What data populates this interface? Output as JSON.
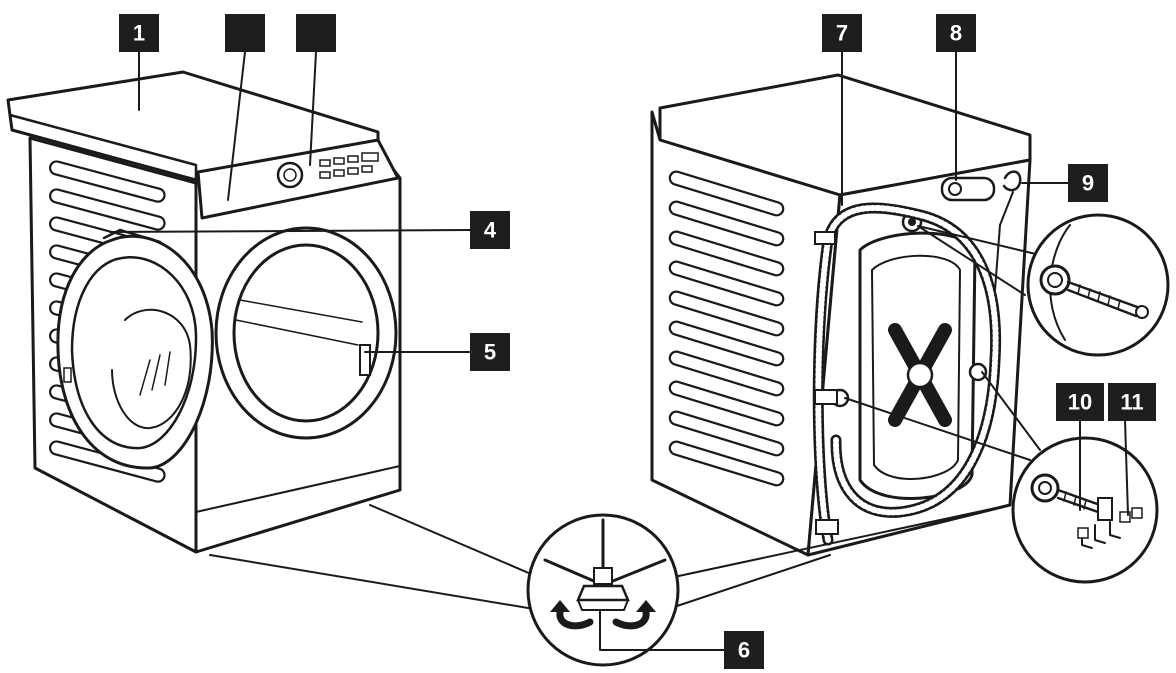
{
  "callouts": {
    "c1": "1",
    "c2": "",
    "c3": "",
    "c4": "4",
    "c5": "5",
    "c6": "6",
    "c7": "7",
    "c8": "8",
    "c9": "9",
    "c10": "10",
    "c11": "11"
  },
  "colors": {
    "callout_fill": "#1e1e1e",
    "callout_text": "#ffffff",
    "line_art": "#1a1a1a",
    "background": "#ffffff"
  }
}
